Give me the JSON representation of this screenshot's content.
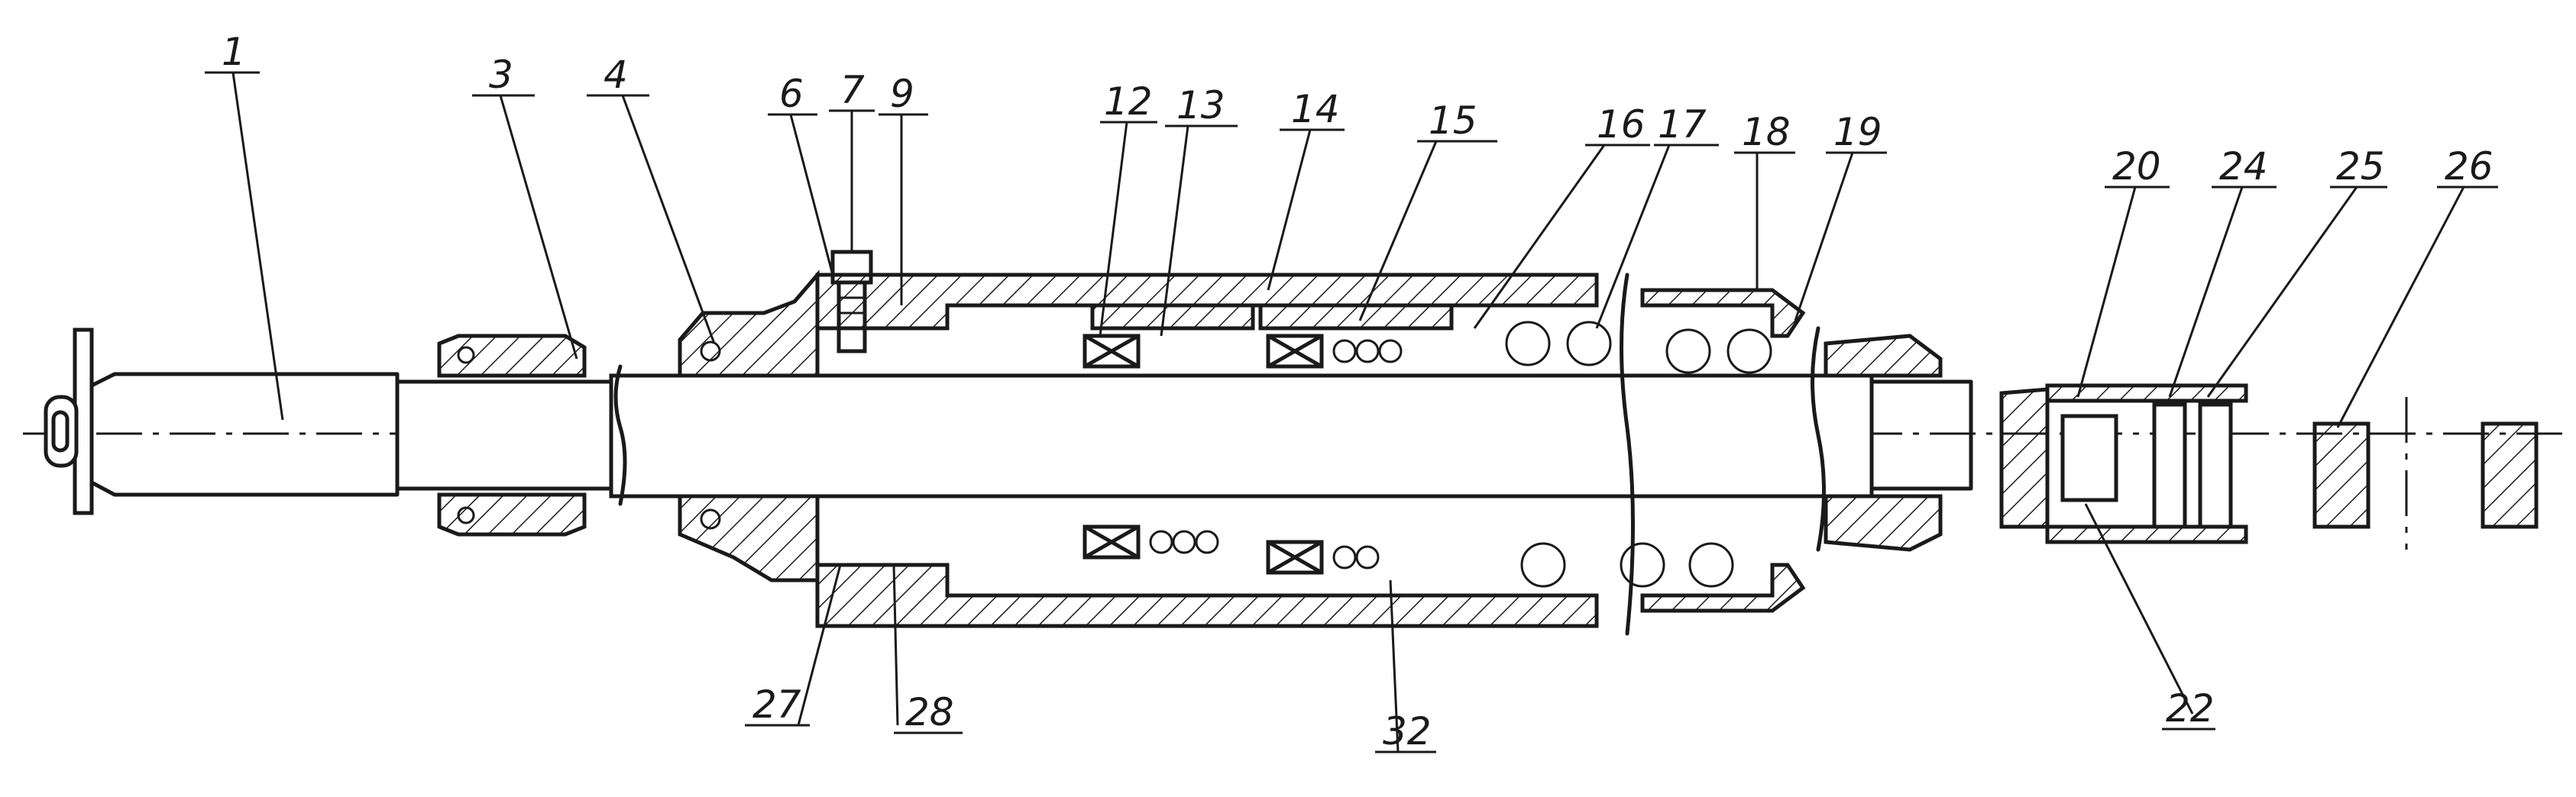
{
  "labels": {
    "top": [
      "1",
      "3",
      "4",
      "6",
      "7",
      "9",
      "12",
      "13",
      "14",
      "15",
      "16",
      "17",
      "18",
      "19",
      "20",
      "24",
      "25",
      "26"
    ],
    "bottom": [
      "27",
      "28",
      "32",
      "22"
    ]
  }
}
